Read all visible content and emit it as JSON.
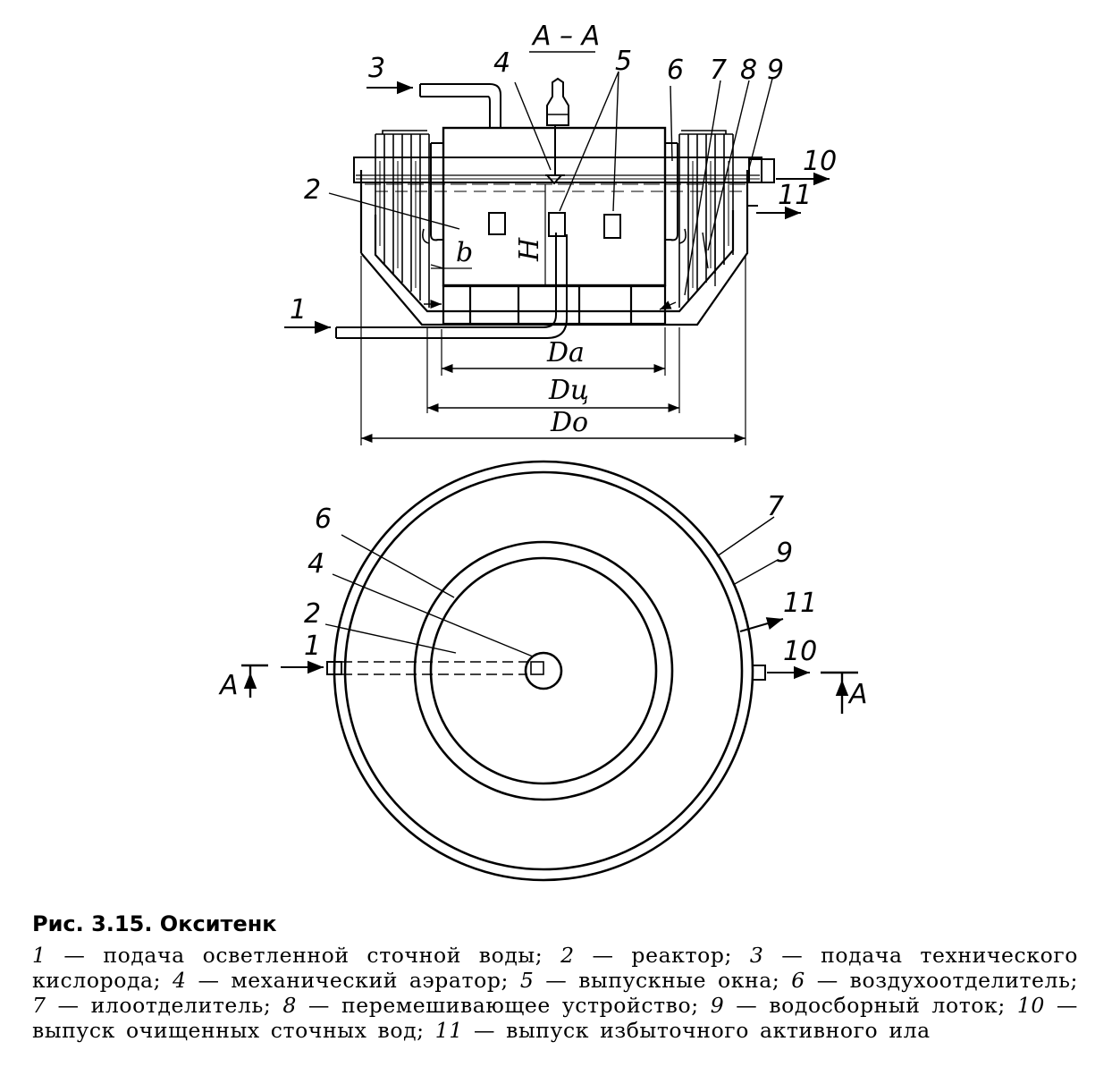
{
  "section_label": "А – А",
  "section_mark": "А",
  "labels": {
    "l1": "1",
    "l2": "2",
    "l3": "3",
    "l4": "4",
    "l5": "5",
    "l6": "6",
    "l7": "7",
    "l8": "8",
    "l9": "9",
    "l10": "10",
    "l11": "11"
  },
  "dims": {
    "b": "b",
    "H": "H",
    "Da": "Dа",
    "Dc": "Dц",
    "Do": "Dо"
  },
  "caption": {
    "title": "Рис. 3.15. Окситенк",
    "items": [
      {
        "num": "1",
        "text": "подача осветленной сточной воды;"
      },
      {
        "num": "2",
        "text": "реактор;"
      },
      {
        "num": "3",
        "text": "подача технического кислорода;"
      },
      {
        "num": "4",
        "text": "механический аэратор;"
      },
      {
        "num": "5",
        "text": "выпускные окна;"
      },
      {
        "num": "6",
        "text": "воздухоотделитель;"
      },
      {
        "num": "7",
        "text": "илоотделитель;"
      },
      {
        "num": "8",
        "text": "перемешивающее устройство;"
      },
      {
        "num": "9",
        "text": "водосборный лоток;"
      },
      {
        "num": "10",
        "text": "выпуск очищенных сточных вод;"
      },
      {
        "num": "11",
        "text": "выпуск избыточного активного ила"
      }
    ]
  }
}
